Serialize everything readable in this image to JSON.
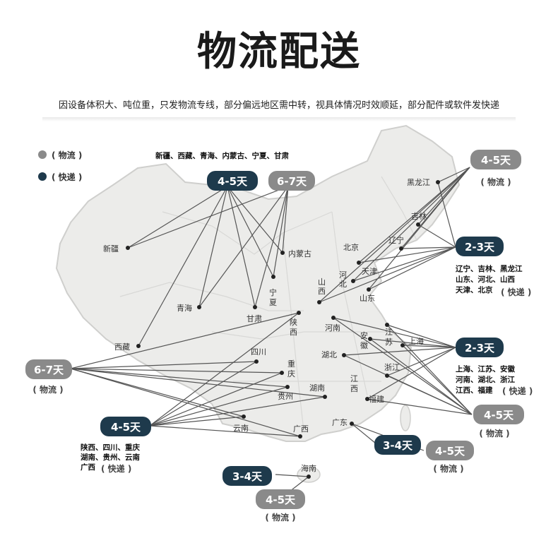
{
  "header": {
    "title": "物流配送",
    "subtitle": "因设备体积大、吨位重，只发物流专线，部分偏远地区需中转，视具体情况时效顺延，部分配件或软件发快递"
  },
  "legend": {
    "logistics": "( 物流 )",
    "express": "( 快递 )",
    "remote_regions": "新疆、西藏、青海、内蒙古、宁夏、甘肃"
  },
  "colors": {
    "express": "#1e3a4c",
    "logistics": "#8a8a8a",
    "map_fill": "#ececea",
    "line": "#555555"
  },
  "cities": {
    "xinjiang": "新疆",
    "xizang": "西藏",
    "qinghai": "青海",
    "gansu": "甘肃",
    "ningxia_1": "宁",
    "ningxia_2": "夏",
    "neimenggu": "内蒙古",
    "heilongjiang": "黑龙江",
    "jilin": "吉林",
    "liaoning": "辽宁",
    "beijing": "北京",
    "tianjin": "天津",
    "hebei_1": "河",
    "hebei_2": "北",
    "shanxi_1": "山",
    "shanxi_2": "西",
    "shandong": "山东",
    "shaanxi_1": "陕",
    "shaanxi_2": "西",
    "henan": "河南",
    "jiangsu_1": "江",
    "jiangsu_2": "苏",
    "anhui_1": "安",
    "anhui_2": "徽",
    "shanghai": "上海",
    "hubei": "湖北",
    "zhejiang": "浙江",
    "sichuan": "四川",
    "chongqing_1": "重",
    "chongqing_2": "庆",
    "guizhou": "贵州",
    "hunan": "湖南",
    "jiangxi_1": "江",
    "jiangxi_2": "西",
    "fujian": "福建",
    "yunnan": "云南",
    "guangxi": "广西",
    "guangdong": "广东",
    "hainan": "海南"
  },
  "badges": {
    "west_express": "4-5天",
    "west_logistics": "6-7天",
    "ne_logistics": "4-5天",
    "ne_logistics_label": "( 物流 )",
    "north_express": "2-3天",
    "north_list_1": "辽宁、吉林、黑龙江",
    "north_list_2": "山东、河北、山西",
    "north_list_3": "天津、北京",
    "north_express_label": "( 快递 )",
    "east_express": "2-3天",
    "east_list_1": "上海、江苏、安徽",
    "east_list_2": "河南、湖北、浙江",
    "east_list_3": "江西、福建",
    "east_express_label": "( 快递 )",
    "east_logistics": "4-5天",
    "east_logistics_label": "( 物流 )",
    "left_logistics": "6-7天",
    "left_logistics_label": "( 物流 )",
    "sw_express": "4-5天",
    "sw_list_1": "陕西、四川、重庆",
    "sw_list_2": "湖南、贵州、云南",
    "sw_list_3": "广西",
    "sw_express_label": "( 快递 )",
    "gd_express": "3-4天",
    "gd_logistics": "4-5天",
    "gd_logistics_label": "( 物流 )",
    "hn_express": "3-4天",
    "hn_logistics": "4-5天",
    "hn_logistics_label": "( 物流 )"
  }
}
